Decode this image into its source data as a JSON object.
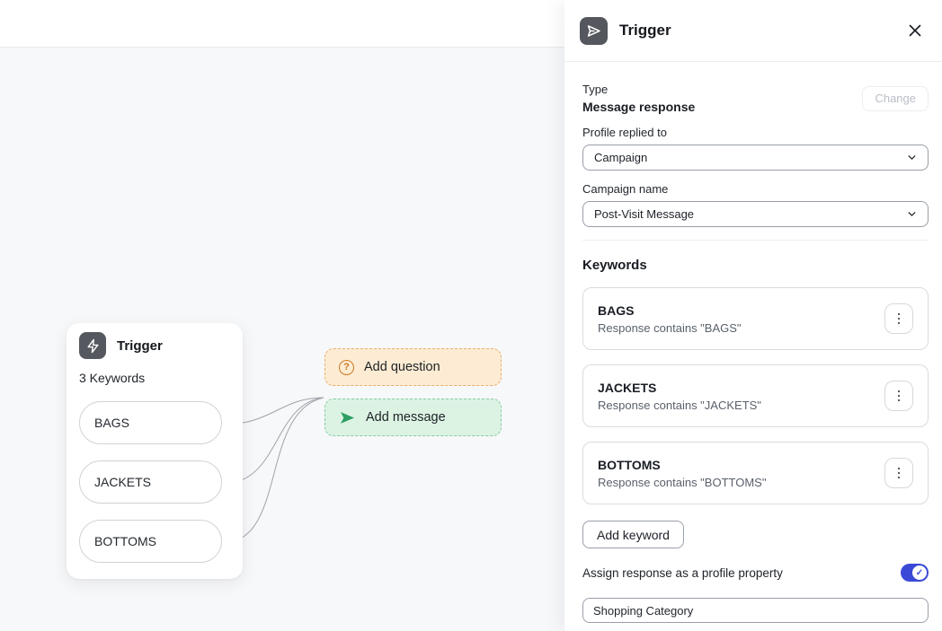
{
  "colors": {
    "accent_blue": "#3b4ad6",
    "question_orange": "#cd7722",
    "question_bg": "#fdecd3",
    "message_green": "#2e9e62",
    "message_bg": "#dcf3e4",
    "canvas_bg": "#f7f8fa"
  },
  "canvas": {
    "node": {
      "title": "Trigger",
      "subtitle": "3 Keywords",
      "pills": [
        "BAGS",
        "JACKETS",
        "BOTTOMS"
      ]
    },
    "add_question_label": "Add question",
    "add_message_label": "Add message"
  },
  "panel": {
    "title": "Trigger",
    "type_label": "Type",
    "type_value": "Message response",
    "change_button": "Change",
    "profile_label": "Profile replied to",
    "profile_value": "Campaign",
    "campaign_label": "Campaign name",
    "campaign_value": "Post-Visit Message",
    "keywords_heading": "Keywords",
    "keywords": [
      {
        "title": "BAGS",
        "subtitle": "Response contains \"BAGS\""
      },
      {
        "title": "JACKETS",
        "subtitle": "Response contains \"JACKETS\""
      },
      {
        "title": "BOTTOMS",
        "subtitle": "Response contains \"BOTTOMS\""
      }
    ],
    "add_keyword_button": "Add keyword",
    "assign_label": "Assign response as a profile property",
    "toggle_state": "on",
    "property_value": "Shopping Category"
  },
  "icons": {
    "question_glyph": "?",
    "check_glyph": "✓"
  }
}
